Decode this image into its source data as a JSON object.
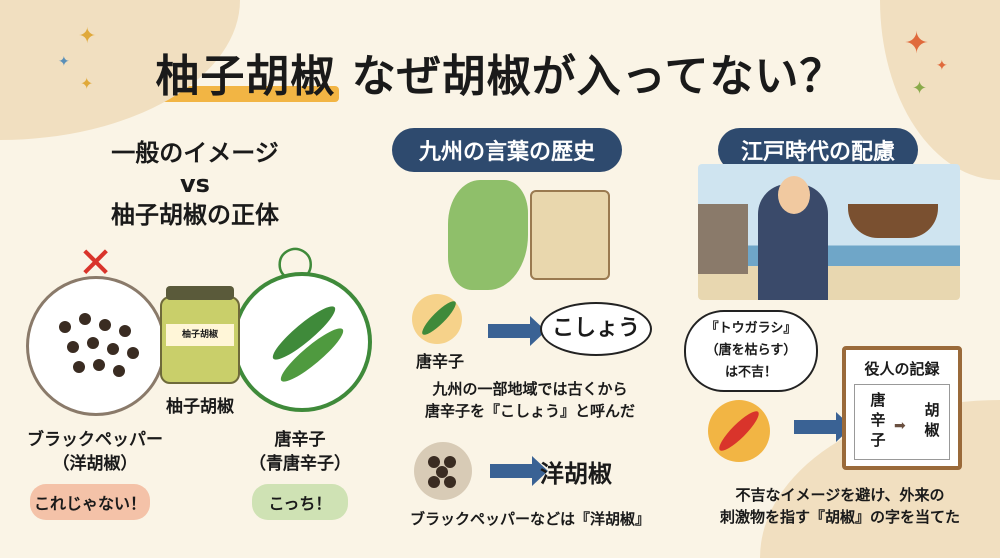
{
  "title": {
    "highlight": "柚子胡椒",
    "rest": "なぜ胡椒が入ってない？"
  },
  "left": {
    "heading_line1": "一般のイメージ",
    "heading_vs": "vs",
    "heading_line2": "柚子胡椒の正体",
    "jar_label": "柚子胡椒",
    "jar_caption": "柚子胡椒",
    "pepper_name": "ブラックペッパー",
    "pepper_sub": "（洋胡椒）",
    "chili_name": "唐辛子",
    "chili_sub": "（青唐辛子）",
    "wrong_tag": "これじゃない！",
    "right_tag": "こっち！",
    "wrong_mark": "✕",
    "right_mark": "○"
  },
  "middle": {
    "header": "九州の言葉の歴史",
    "chili_label": "唐辛子",
    "bubble": "こしょう",
    "desc1": "九州の一部地域では古くから",
    "desc2": "唐辛子を『こしょう』と呼んだ",
    "pepper_result": "洋胡椒",
    "desc3": "ブラックペッパーなどは『洋胡椒』"
  },
  "right": {
    "header": "江戸時代の配慮",
    "thought1": "『トウガラシ』",
    "thought2": "（唐を枯らす）",
    "thought3": "は不吉！",
    "record_title": "役人の記録",
    "record_from": "唐辛子",
    "record_to": "胡椒",
    "desc1": "不吉なイメージを避け、外来の",
    "desc2": "刺激物を指す『胡椒』の字を当てた"
  },
  "colors": {
    "navy": "#2e4a6e",
    "accent": "#f2b544",
    "arrow": "#3a6294",
    "green": "#3f8a3a",
    "red": "#d9342b"
  }
}
